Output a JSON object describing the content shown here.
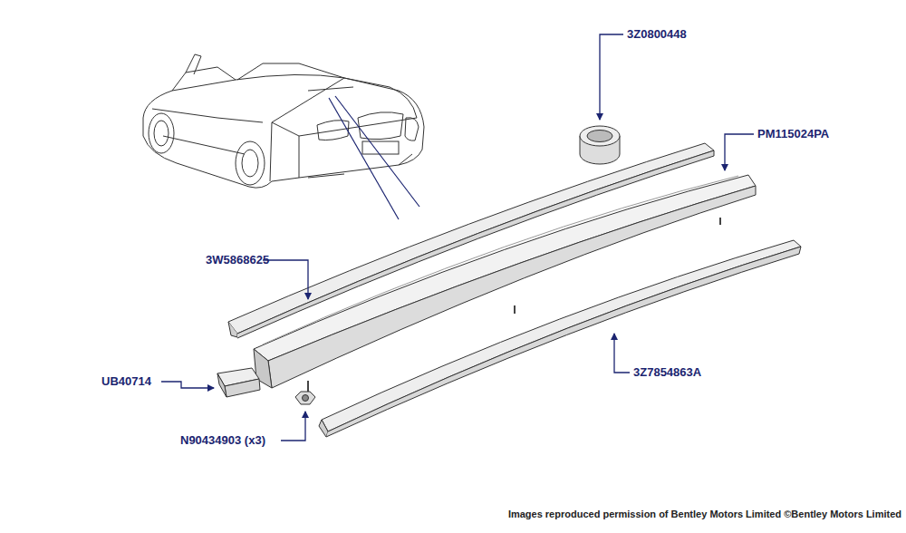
{
  "diagram": {
    "labels": [
      "3Z0800448",
      "PM115024PA",
      "3W5868625",
      "UB40714",
      "3Z7854863A",
      "N90434903 (x3)",
      "Images reproduced permission of Bentley Motors Limited ©Bentley Motors Limited"
    ]
  }
}
